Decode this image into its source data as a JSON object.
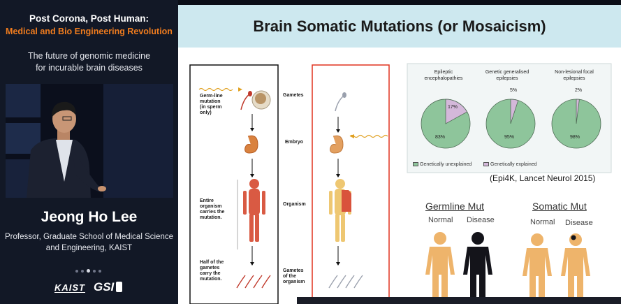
{
  "event": {
    "title": "Post Corona, Post Human:",
    "subtitle": "Medical and Bio Engineering Revolution",
    "talk_line1": "The future of genomic medicine",
    "talk_line2": "for incurable brain diseases"
  },
  "speaker": {
    "name": "Jeong Ho Lee",
    "affiliation_line1": "Professor, Graduate School of Medical Science",
    "affiliation_line2": "and Engineering, KAIST"
  },
  "logos": {
    "kaist": "KAIST",
    "gsi": "GSI"
  },
  "slide": {
    "title": "Brain Somatic Mutations (or Mosaicism)",
    "diagram": {
      "germline_note": [
        "Germ-line",
        "mutation",
        "(in sperm",
        "only)"
      ],
      "entire_note": [
        "Entire",
        "organism",
        "carries the",
        "mutation."
      ],
      "half_note": [
        "Half of the",
        "gametes",
        "carry the",
        "mutation."
      ],
      "stages": {
        "gametes": "Gametes",
        "embryo": "Embryo",
        "organism": "Organism",
        "gametes_org": [
          "Gametes",
          "of the",
          "organism"
        ]
      }
    },
    "pies": [
      {
        "title": [
          "Epileptic",
          "encephalopathies"
        ],
        "explained": 17,
        "unexplained": 83,
        "explained_label": "17%",
        "unexplained_label": "83%"
      },
      {
        "title": [
          "Genetic generalised",
          "epilepsies"
        ],
        "explained": 5,
        "unexplained": 95,
        "explained_label": "5%",
        "unexplained_label": "95%"
      },
      {
        "title": [
          "Non-lesional focal",
          "epilepsies"
        ],
        "explained": 2,
        "unexplained": 98,
        "explained_label": "2%",
        "unexplained_label": "98%"
      }
    ],
    "legend": {
      "unexplained": "Genetically unexplained",
      "explained": "Genetically explained"
    },
    "citation": "(Epi4K, Lancet Neurol 2015)",
    "germline": {
      "heading": "Germline Mut",
      "normal": "Normal",
      "disease": "Disease"
    },
    "somatic": {
      "heading": "Somatic Mut",
      "normal": "Normal",
      "disease": "Disease"
    }
  },
  "colors": {
    "accent": "#f07c1e",
    "slide_header_bg": "#cde8ef",
    "pie_unexplained": "#8ec59b",
    "pie_explained": "#d4b8da",
    "silhouette_normal": "#eeb46b",
    "silhouette_disease": "#14141a"
  }
}
